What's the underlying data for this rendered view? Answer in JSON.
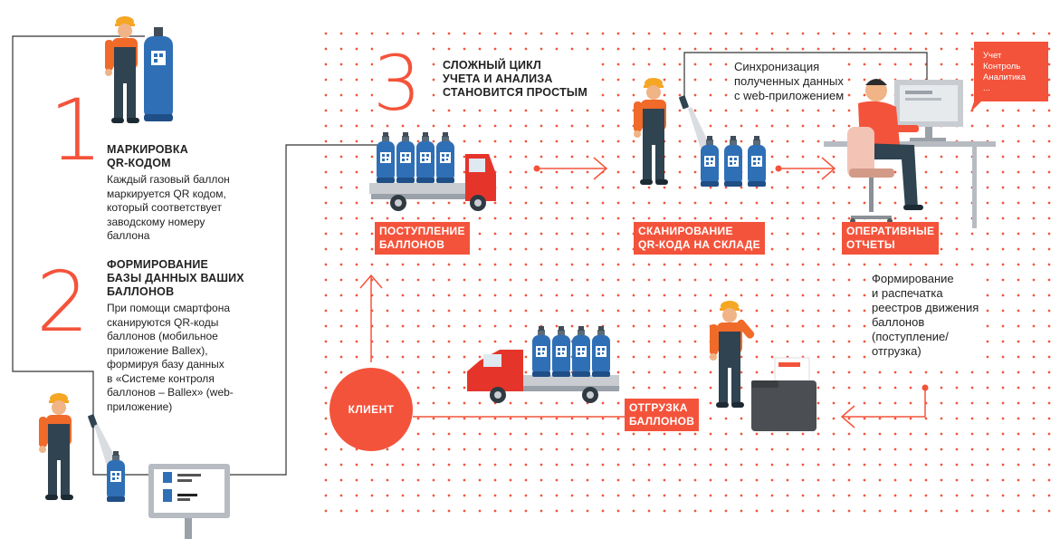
{
  "step1": {
    "number": "1",
    "title": [
      "МАРКИРОВКА",
      "QR-КОДОМ"
    ],
    "text": [
      "Каждый газовый баллон",
      "маркируется QR кодом,",
      "который соответствует",
      "заводскому номеру",
      "баллона"
    ]
  },
  "step2": {
    "number": "2",
    "title": [
      "ФОРМИРОВАНИЕ",
      "БАЗЫ ДАННЫХ ВАШИХ",
      "БАЛЛОНОВ"
    ],
    "text": [
      "При помощи смартфона",
      "сканируются QR-коды",
      "баллонов (мобильное",
      "приложение Ballex),",
      "формируя базу данных",
      "в «Системе контроля",
      "баллонов – Ballex» (web-",
      "приложение)"
    ]
  },
  "step3": {
    "number": "3",
    "title": [
      "СЛОЖНЫЙ ЦИКЛ",
      "УЧЕТА И АНАЛИЗА",
      "СТАНОВИТСЯ ПРОСТЫМ"
    ]
  },
  "sync_caption": [
    "Синхронизация",
    "полученных данных",
    "с web-приложением"
  ],
  "bubble": [
    "Учет",
    "Контроль",
    "Аналитика",
    "..."
  ],
  "labels": {
    "arrival": [
      "ПОСТУПЛЕНИЕ",
      "БАЛЛОНОВ"
    ],
    "scan": [
      "СКАНИРОВАНИЕ",
      "QR-КОДА НА СКЛАДЕ"
    ],
    "reports": [
      "ОПЕРАТИВНЫЕ",
      "ОТЧЕТЫ"
    ],
    "shipment": [
      "ОТГРУЗКА",
      "БАЛЛОНОВ"
    ]
  },
  "registry_caption": [
    "Формирование",
    "и распечатка",
    "реестров движения",
    "баллонов",
    "(поступление/",
    "отгрузка)"
  ],
  "client": "КЛИЕНТ",
  "colors": {
    "accent": "#f4533b",
    "worker_suit": "#2f4350",
    "worker_shirt": "#f06a2a",
    "helmet": "#f5a623",
    "cylinder": "#2f6fb6",
    "truck": "#e5352b"
  }
}
